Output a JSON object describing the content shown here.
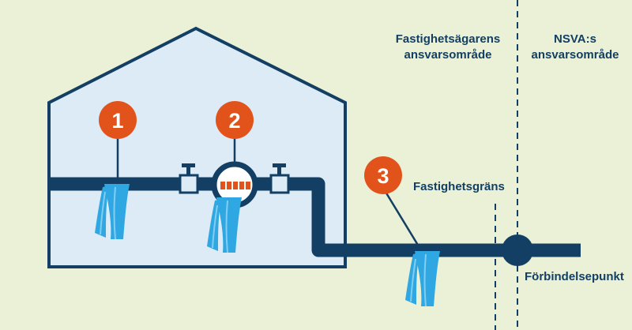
{
  "labels": {
    "owner_area": [
      "Fastighetsägarens",
      "ansvarsområde"
    ],
    "nsva_area": [
      "NSVA:s",
      "ansvarsområde"
    ],
    "property_boundary": "Fastighetsgräns",
    "connection_point": "Förbindelsepunkt"
  },
  "markers": [
    "1",
    "2",
    "3"
  ],
  "colors": {
    "background": "#eaf1d6",
    "house_fill": "#dcebf5",
    "house_outline": "#123f63",
    "pipe": "#123f63",
    "marker": "#e2531c",
    "water": "#2fa7e2",
    "water_light": "#83cdf1",
    "meter_display": "#e2531c"
  },
  "icons": [
    "house-outline",
    "water-pipe",
    "water-meter",
    "shutoff-valve",
    "water-stream-icon",
    "connection-point-icon"
  ]
}
